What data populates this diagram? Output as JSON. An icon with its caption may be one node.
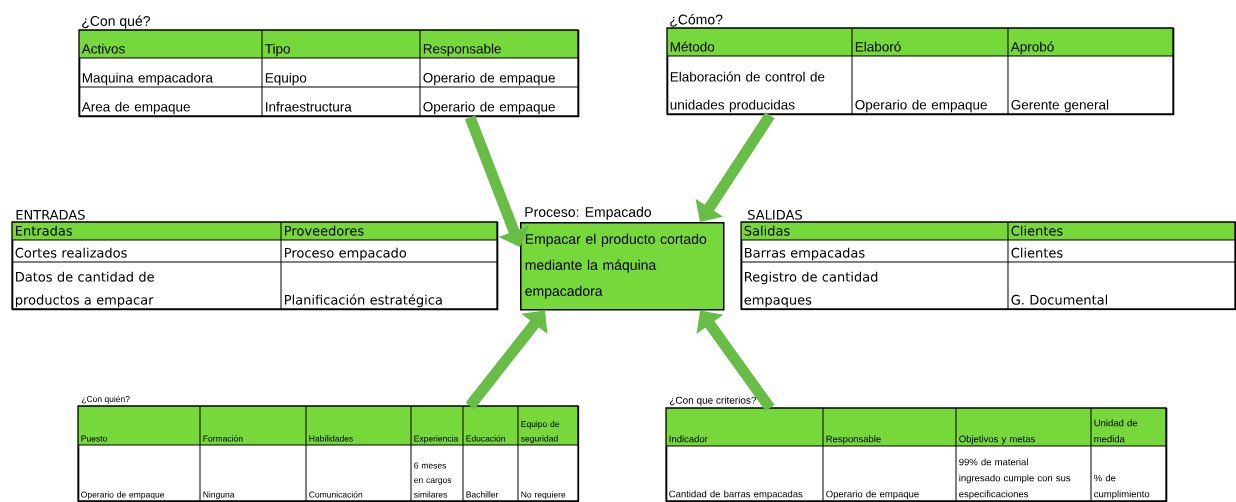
{
  "diagram": {
    "nodes": [
      {
        "text": [
          "¿Con qué?",
          "Activos",
          "Tipo",
          "Responsable",
          "Maquina empacadora",
          "Equipo",
          "Operario de empaque",
          "Area de empaque",
          "Infraestructura",
          "Operario de empaque"
        ]
      },
      {
        "text": [
          "¿Cómo?",
          "Método",
          "Elaboró",
          "Aprobó",
          "Elaboración de control de unidades producidas",
          "Operario de empaque",
          "Gerente general"
        ]
      },
      {
        "text": [
          "ENTRADAS",
          "Entradas",
          "Proveedores",
          "Cortes realizados",
          "Proceso empacado",
          "Datos de cantidad de productos a empacar",
          "Planificación estratégica"
        ]
      },
      {
        "text": [
          "Proceso: Empacado",
          "Empacar el producto cortado mediante la máquina empacadora"
        ]
      },
      {
        "text": [
          "SALIDAS",
          "Salidas",
          "Clientes",
          "Barras empacadas",
          "Clientes",
          "Registro de cantidad empaques",
          "G. Documental"
        ]
      },
      {
        "text": [
          "¿Con quién?",
          "Puesto",
          "Formación",
          "Habilidades",
          "Experiencia",
          "Educación",
          "Equipo de seguridad",
          "Operario de empaque",
          "Ninguna",
          "Comunicación",
          "6 meses en cargos similares",
          "Bachiller",
          "No requiere"
        ]
      },
      {
        "text": [
          "¿Con que criterios?",
          "Indicador",
          "Responsable",
          "Objetivos y metas",
          "Unidad de medida",
          "Cantidad de barras empacadas",
          "Operario de empaque",
          "99% de material ingresado cumple con sus especificaciones",
          "% de cumplimiento"
        ]
      }
    ],
    "edges": [
      {
        "from": 0,
        "to": 3,
        "arrow": "to"
      },
      {
        "from": 1,
        "to": 3,
        "arrow": "to"
      },
      {
        "from": 5,
        "to": 3,
        "arrow": "to"
      },
      {
        "from": 6,
        "to": 3,
        "arrow": "to"
      }
    ]
  }
}
